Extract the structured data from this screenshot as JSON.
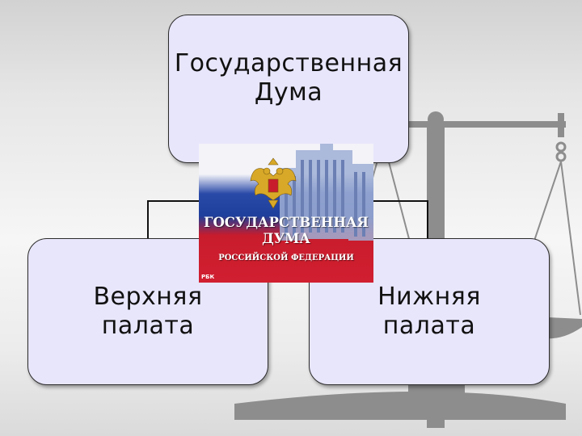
{
  "diagram": {
    "top_node": {
      "label": "Государственная\nДума"
    },
    "left_node": {
      "label": "Верхняя\nпалата"
    },
    "right_node": {
      "label": "Нижняя\nпалата"
    }
  },
  "emblem": {
    "title": "ГОСУДАРСТВЕННАЯ\nДУМА",
    "subtitle": "РОССИЙСКОЙ ФЕДЕРАЦИИ",
    "corner_mark": "РБК"
  },
  "colors": {
    "box_fill": "#e8e6fb",
    "box_border": "#2b2b2b",
    "flag_white": "#f3f3f8",
    "flag_blue": "#1f3f9c",
    "flag_red": "#d11f30",
    "eagle_gold": "#d8a928"
  },
  "icons": [
    "scales-of-justice-icon",
    "double-headed-eagle-icon"
  ]
}
